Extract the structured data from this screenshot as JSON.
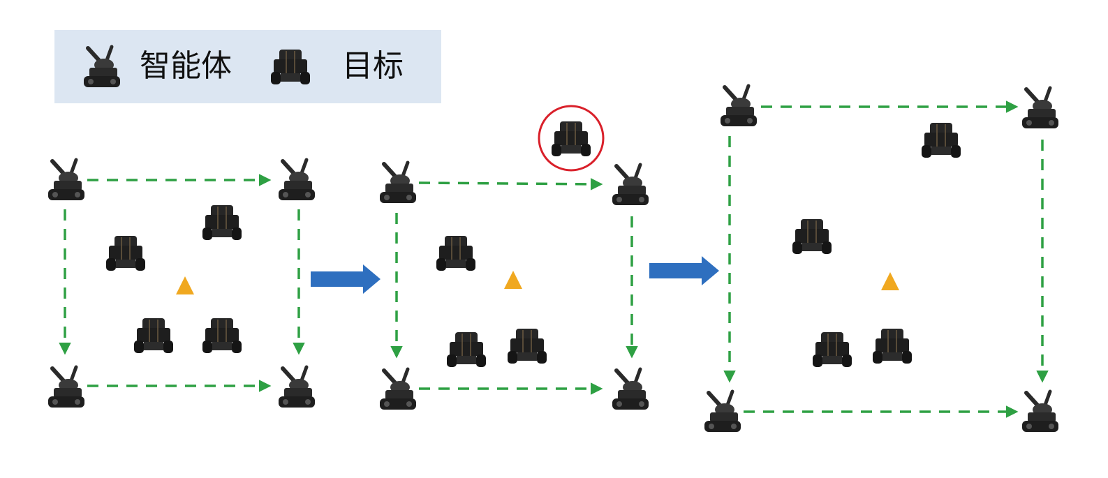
{
  "legend": {
    "agent_label": "智能体",
    "target_label": "目标",
    "agent_icon": "tank-robot-icon",
    "target_icon": "target-robot-icon",
    "background_color": "#dce6f2"
  },
  "colors": {
    "path": "#2ea043",
    "transition_arrow": "#2e6fbf",
    "center_marker": "#f0a820",
    "highlight_circle": "#d9202a",
    "robot": "#1e1e1e"
  },
  "stages": [
    {
      "name": "initial-formation",
      "agents": 4,
      "targets": 4,
      "highlighted_target": false
    },
    {
      "name": "target-escaping",
      "agents": 4,
      "targets": 4,
      "highlighted_target": true
    },
    {
      "name": "expanded-formation",
      "agents": 4,
      "targets": 4,
      "highlighted_target": false
    }
  ]
}
